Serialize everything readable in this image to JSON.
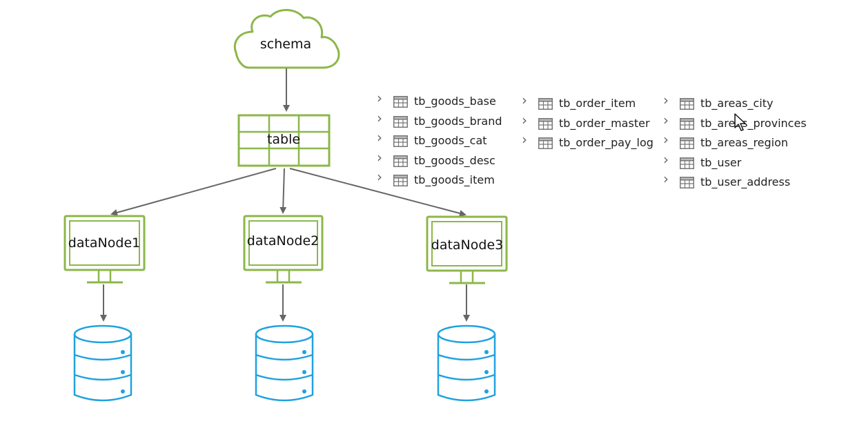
{
  "diagram": {
    "schema_label": "schema",
    "table_label": "table",
    "nodes": [
      {
        "label": "dataNode1"
      },
      {
        "label": "dataNode2"
      },
      {
        "label": "dataNode3"
      }
    ]
  },
  "tables": {
    "columns": [
      [
        "tb_goods_base",
        "tb_goods_brand",
        "tb_goods_cat",
        "tb_goods_desc",
        "tb_goods_item"
      ],
      [
        "tb_order_item",
        "tb_order_master",
        "tb_order_pay_log"
      ],
      [
        "tb_areas_city",
        "tb_areas_provinces",
        "tb_areas_region",
        "tb_user",
        "tb_user_address"
      ]
    ]
  },
  "colors": {
    "node_green": "#8cb74a",
    "db_blue": "#1fa2e0",
    "arrow_gray": "#666666"
  }
}
